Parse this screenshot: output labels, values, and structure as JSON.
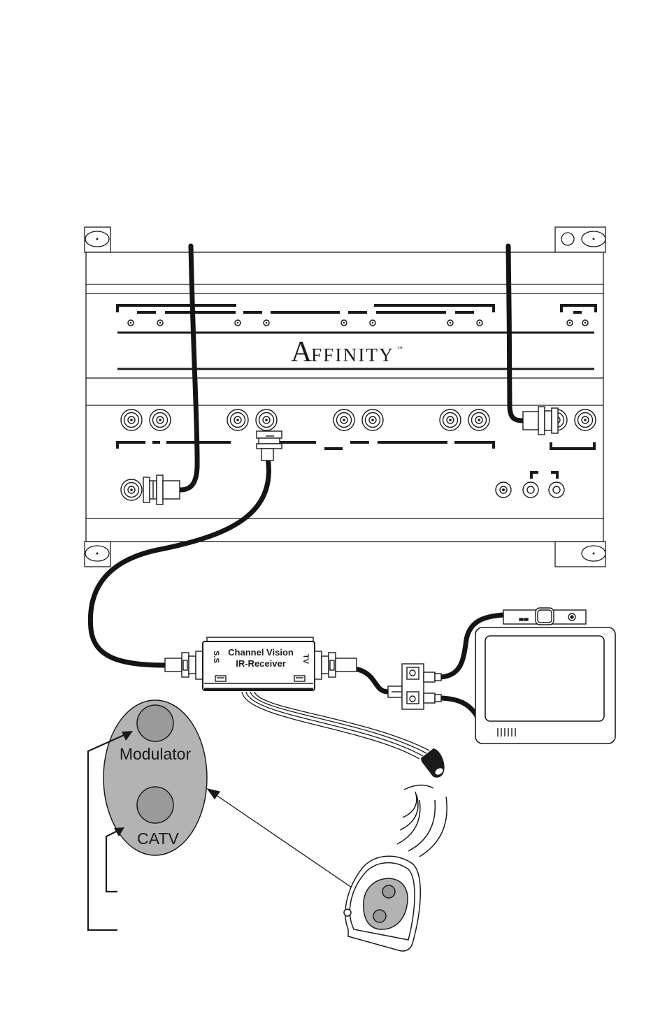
{
  "hub": {
    "brand_initial": "A",
    "brand_rest": "FFINITY",
    "trademark": "™"
  },
  "ir_receiver": {
    "line1": "Channel Vision",
    "line2": "IR-Receiver",
    "left_port": "S.S",
    "right_port": "TV"
  },
  "remote_keys": {
    "top_label": "Modulator",
    "bottom_label": "CATV"
  },
  "colors": {
    "line": "#1a1a1a",
    "cable": "#141414",
    "remote_fill": "#b3b3b3",
    "button_fill": "#9a9a9a"
  }
}
